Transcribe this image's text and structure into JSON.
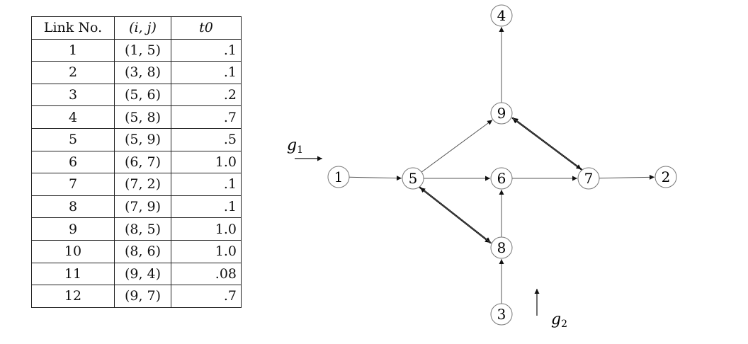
{
  "table": {
    "headers": [
      "Link No.",
      "(i, j)",
      "t0"
    ],
    "rows": [
      {
        "no": "1",
        "link": "(1, 5)",
        "t0": ".1"
      },
      {
        "no": "2",
        "link": "(3, 8)",
        "t0": ".1"
      },
      {
        "no": "3",
        "link": "(5, 6)",
        "t0": ".2"
      },
      {
        "no": "4",
        "link": "(5, 8)",
        "t0": ".7"
      },
      {
        "no": "5",
        "link": "(5, 9)",
        "t0": ".5"
      },
      {
        "no": "6",
        "link": "(6, 7)",
        "t0": "1.0"
      },
      {
        "no": "7",
        "link": "(7, 2)",
        "t0": ".1"
      },
      {
        "no": "8",
        "link": "(7, 9)",
        "t0": ".1"
      },
      {
        "no": "9",
        "link": "(8, 5)",
        "t0": "1.0"
      },
      {
        "no": "10",
        "link": "(8, 6)",
        "t0": "1.0"
      },
      {
        "no": "11",
        "link": "(9, 4)",
        "t0": ".08"
      },
      {
        "no": "12",
        "link": "(9, 7)",
        "t0": ".7"
      }
    ]
  },
  "network": {
    "nodes": [
      "1",
      "2",
      "3",
      "4",
      "5",
      "6",
      "7",
      "8",
      "9"
    ],
    "edges": [
      {
        "from": "1",
        "to": "5",
        "style": "thin"
      },
      {
        "from": "3",
        "to": "8",
        "style": "thin"
      },
      {
        "from": "5",
        "to": "6",
        "style": "thin"
      },
      {
        "from": "5",
        "to": "8",
        "style": "thick"
      },
      {
        "from": "5",
        "to": "9",
        "style": "thin"
      },
      {
        "from": "6",
        "to": "7",
        "style": "thin"
      },
      {
        "from": "7",
        "to": "2",
        "style": "thin"
      },
      {
        "from": "7",
        "to": "9",
        "style": "thick"
      },
      {
        "from": "8",
        "to": "5",
        "style": "thin"
      },
      {
        "from": "8",
        "to": "6",
        "style": "thin"
      },
      {
        "from": "9",
        "to": "4",
        "style": "thin"
      },
      {
        "from": "9",
        "to": "7",
        "style": "thin"
      }
    ],
    "inflow_labels": {
      "g1": "g",
      "g1_sub": "1",
      "g2": "g",
      "g2_sub": "2"
    }
  }
}
